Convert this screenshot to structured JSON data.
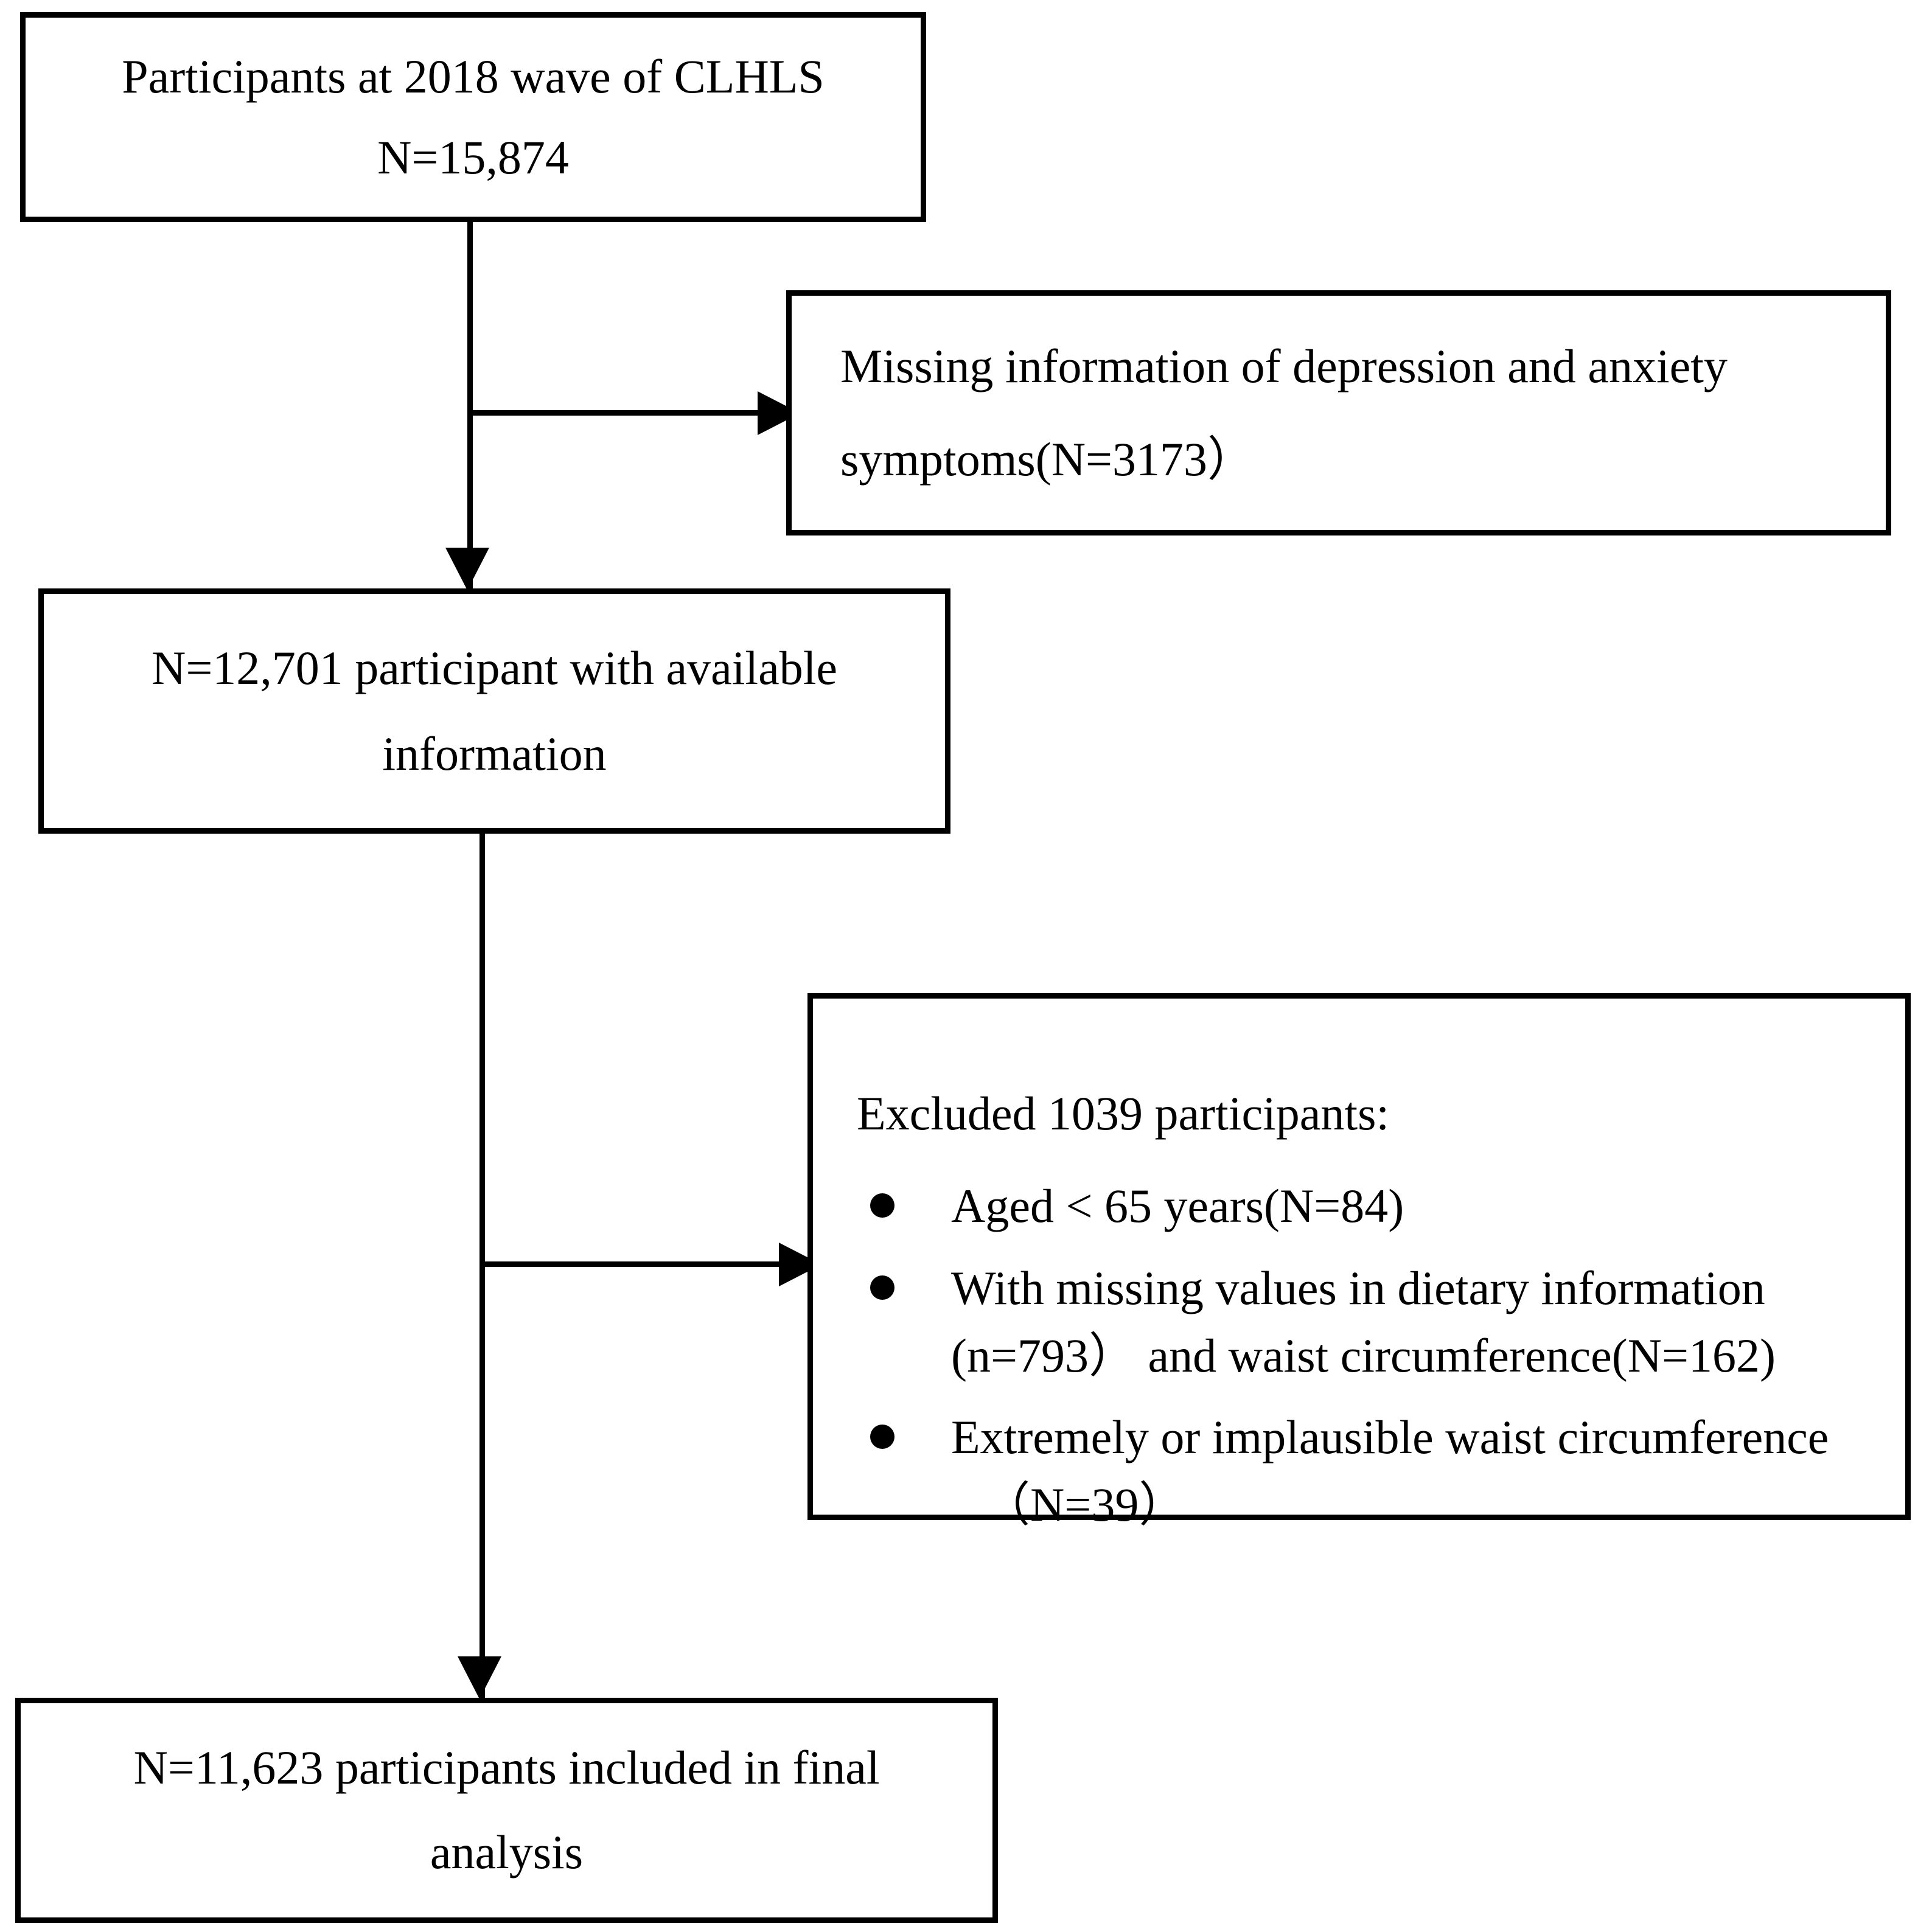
{
  "diagram": {
    "type": "study-participant-flow-chart",
    "boxes": {
      "source": {
        "lines": [
          "Participants at 2018 wave of CLHLS",
          "N=15,874"
        ]
      },
      "exclusion_1": {
        "lines": [
          "Missing information of depression and anxiety",
          "symptoms(N=3173）"
        ]
      },
      "available": {
        "lines": [
          "N=12,701 participant with available",
          "information"
        ]
      },
      "exclusion_2": {
        "title": "Excluded 1039 participants:",
        "items": [
          {
            "line1": "Aged < 65 years(N=84)",
            "line2": ""
          },
          {
            "line1": "With missing values in dietary information",
            "line2": "(n=793）  and waist circumference(N=162)"
          },
          {
            "line1": "Extremely or implausible waist circumference",
            "line2": "（N=39）"
          }
        ]
      },
      "final": {
        "lines": [
          "N=11,623 participants included in final",
          "analysis"
        ]
      }
    },
    "connectors": [
      {
        "name": "source-to-available",
        "style": "arrow-down"
      },
      {
        "name": "source-to-exclusion-1",
        "style": "arrow-right"
      },
      {
        "name": "available-to-final",
        "style": "arrow-down"
      },
      {
        "name": "available-to-exclusion-2",
        "style": "arrow-right"
      }
    ],
    "colors": {
      "stroke": "#000000",
      "background": "#ffffff",
      "text": "#000000"
    }
  }
}
